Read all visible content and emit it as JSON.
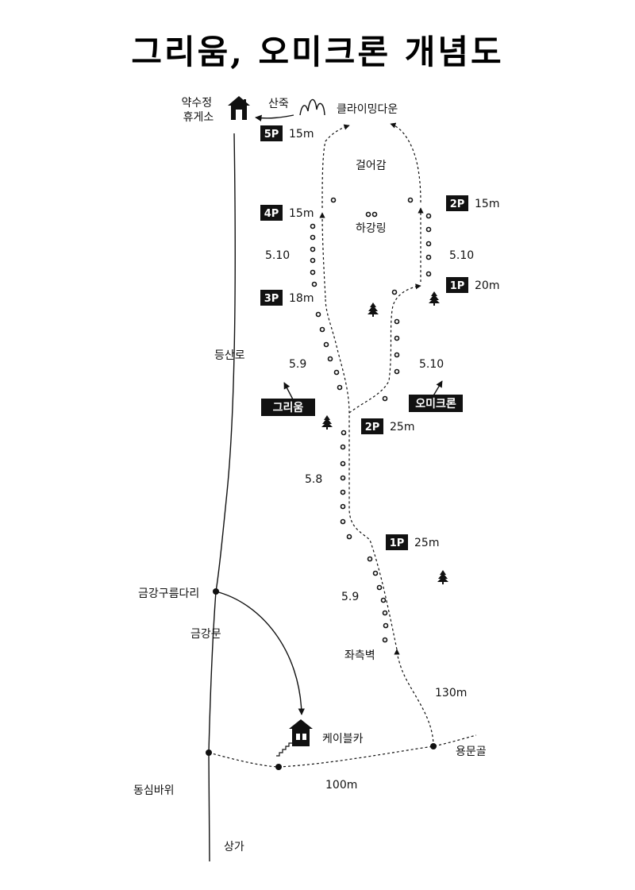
{
  "title": "그리움, 오미크론 개념도",
  "rest_area": "약수정\n휴게소",
  "sanjuk": "산죽",
  "climbing_down": "클라이밍다운",
  "geoleogam": "걸어감",
  "haganglink": "하강링",
  "trail": "등산로",
  "geumgang_bridge": "금강구름다리",
  "geumgang_gate": "금강문",
  "cable_car": "케이블카",
  "dongsim_rock": "동심바위",
  "shops": "상가",
  "yongmun_valley": "용문골",
  "left_wall": "좌측벽",
  "dist_130": "130m",
  "dist_100": "100m",
  "routes": {
    "left": "그리움",
    "right": "오미크론"
  },
  "pitches": {
    "g1": {
      "label": "1P",
      "length": "25m",
      "grade": "5.9"
    },
    "g2": {
      "label": "2P",
      "length": "25m",
      "grade": "5.8"
    },
    "g3": {
      "label": "3P",
      "length": "18m",
      "grade": "5.9"
    },
    "g4": {
      "label": "4P",
      "length": "15m",
      "grade": "5.10"
    },
    "g5": {
      "label": "5P",
      "length": "15m"
    },
    "o1": {
      "label": "1P",
      "length": "20m",
      "grade": "5.10"
    },
    "o2": {
      "label": "2P",
      "length": "15m",
      "grade": "5.10"
    }
  },
  "icons": [
    "house-icon",
    "bamboo-icon",
    "tree-icon",
    "cable-car-icon",
    "arrow-icon"
  ]
}
